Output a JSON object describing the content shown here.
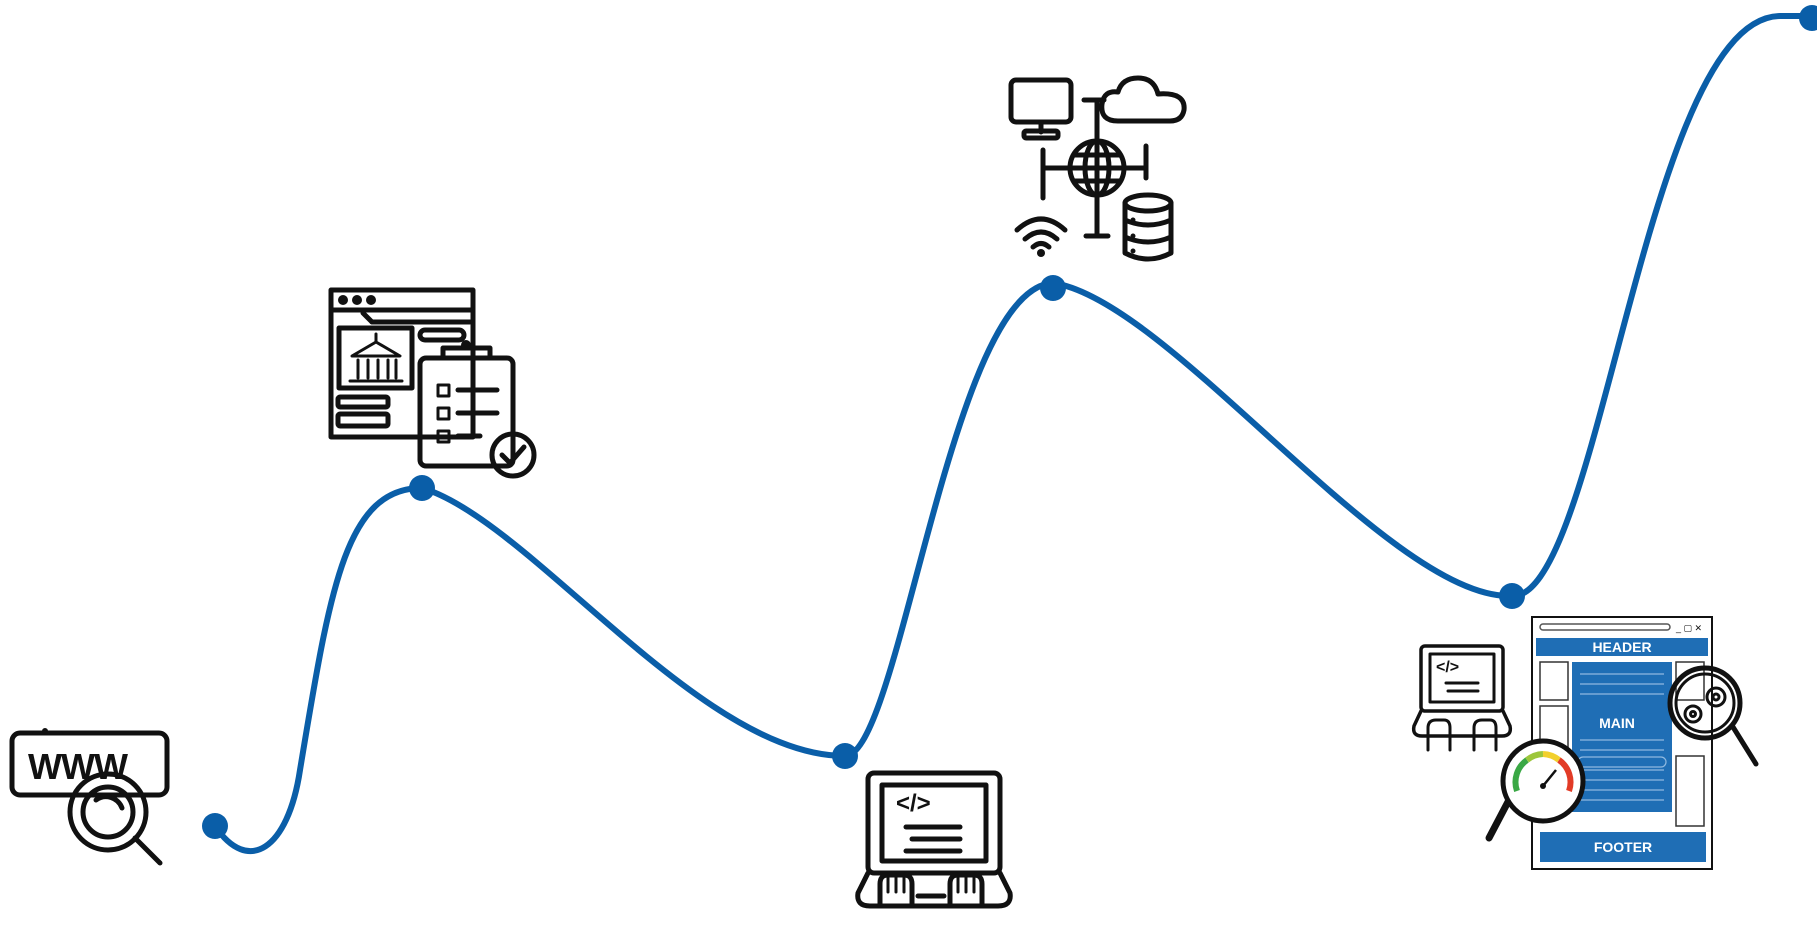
{
  "colors": {
    "path": "#0a5ea8",
    "icon_stroke": "#111111",
    "wireframe_blue": "#1f6eb5",
    "background": "#ffffff"
  },
  "icons": {
    "step1": "www-search-icon",
    "step2": "website-plan-clipboard-icon",
    "step3": "coding-laptop-icon",
    "step4": "network-infrastructure-icon",
    "step5": "testing-optimization-icon"
  },
  "step1": {
    "label": "WWW"
  },
  "step5": {
    "header_label": "HEADER",
    "main_label": "MAIN",
    "footer_label": "FOOTER"
  }
}
